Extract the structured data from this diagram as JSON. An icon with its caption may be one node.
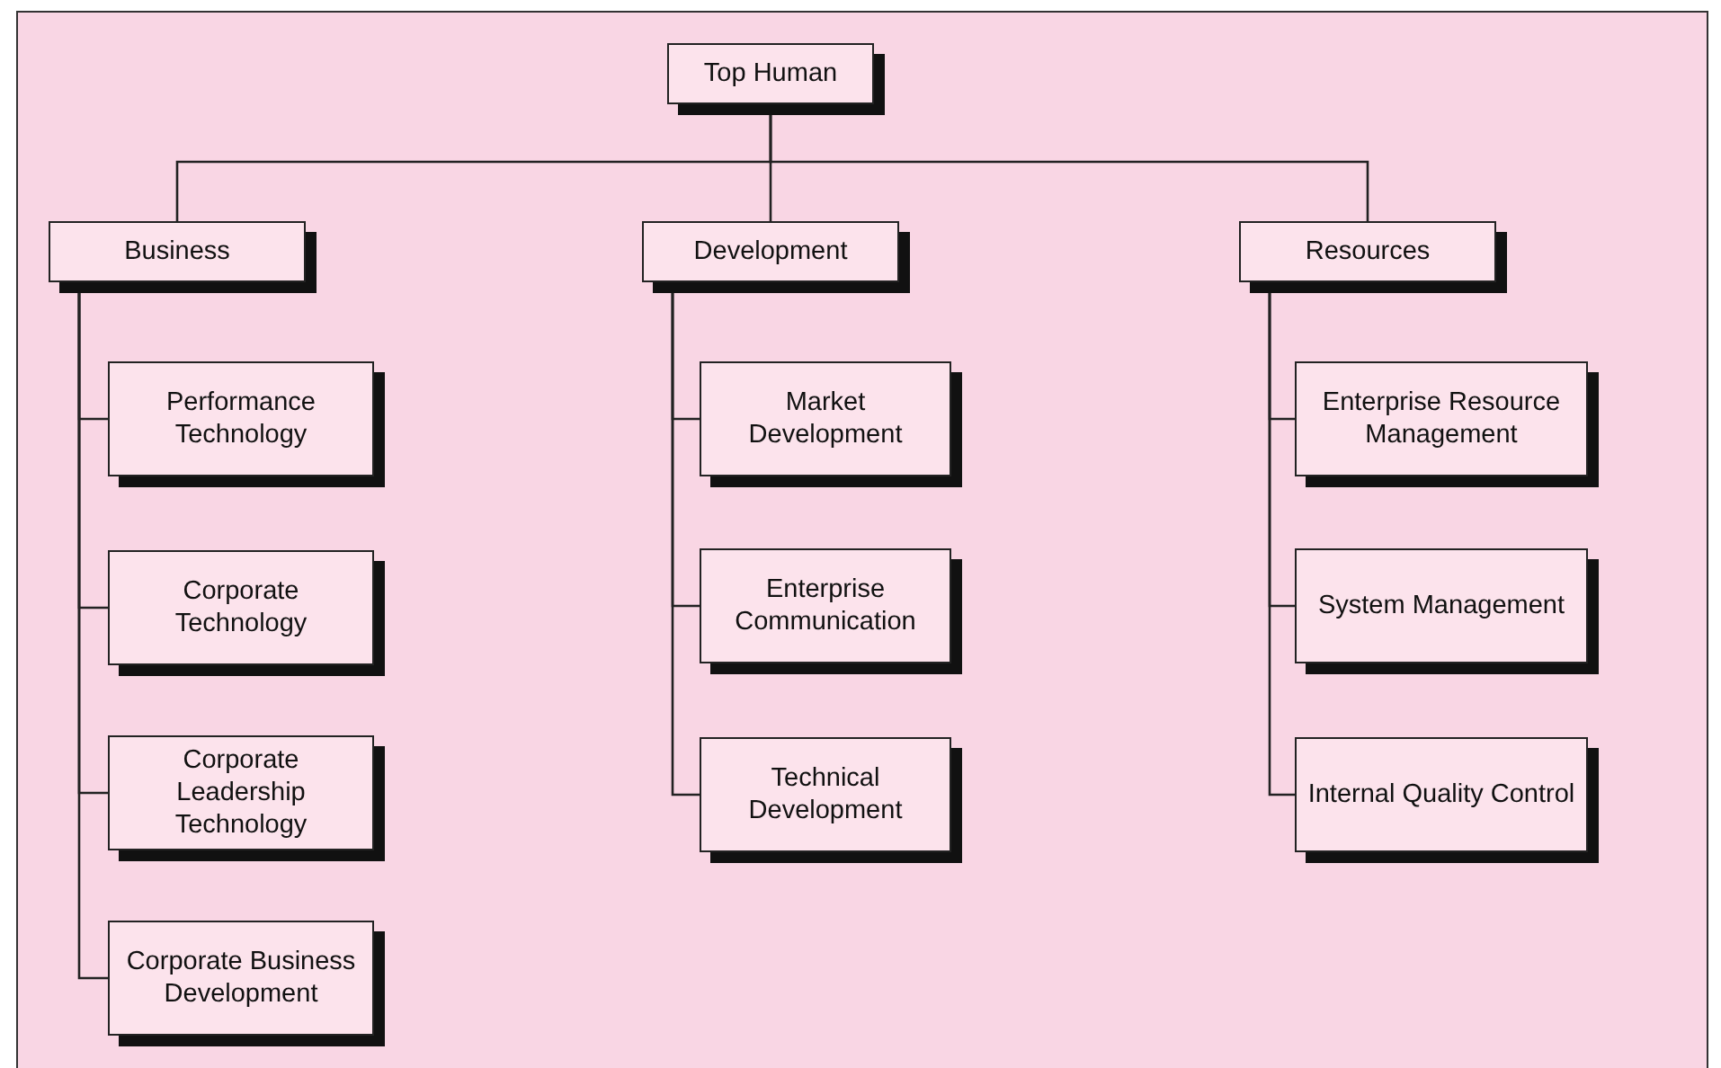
{
  "diagram": {
    "nodes": [
      {
        "text": [
          "Top Human"
        ]
      },
      {
        "text": [
          "Business"
        ]
      },
      {
        "text": [
          "Development"
        ]
      },
      {
        "text": [
          "Resources"
        ]
      },
      {
        "text": [
          "Performance Technology"
        ]
      },
      {
        "text": [
          "Corporate Technology"
        ]
      },
      {
        "text": [
          "Corporate Leadership Technology"
        ]
      },
      {
        "text": [
          "Corporate Business Development"
        ]
      },
      {
        "text": [
          "Market Development"
        ]
      },
      {
        "text": [
          "Enterprise Communication"
        ]
      },
      {
        "text": [
          "Technical Development"
        ]
      },
      {
        "text": [
          "Enterprise Resource Management"
        ]
      },
      {
        "text": [
          "System Management"
        ]
      },
      {
        "text": [
          "Internal Quality Control"
        ]
      }
    ],
    "edges": [
      {
        "from": 0,
        "to": 1,
        "arrow": "none"
      },
      {
        "from": 0,
        "to": 2,
        "arrow": "none"
      },
      {
        "from": 0,
        "to": 3,
        "arrow": "none"
      },
      {
        "from": 1,
        "to": 4,
        "arrow": "none"
      },
      {
        "from": 1,
        "to": 5,
        "arrow": "none"
      },
      {
        "from": 1,
        "to": 6,
        "arrow": "none"
      },
      {
        "from": 1,
        "to": 7,
        "arrow": "none"
      },
      {
        "from": 2,
        "to": 8,
        "arrow": "none"
      },
      {
        "from": 2,
        "to": 9,
        "arrow": "none"
      },
      {
        "from": 2,
        "to": 10,
        "arrow": "none"
      },
      {
        "from": 3,
        "to": 11,
        "arrow": "none"
      },
      {
        "from": 3,
        "to": 12,
        "arrow": "none"
      },
      {
        "from": 3,
        "to": 13,
        "arrow": "none"
      }
    ]
  }
}
